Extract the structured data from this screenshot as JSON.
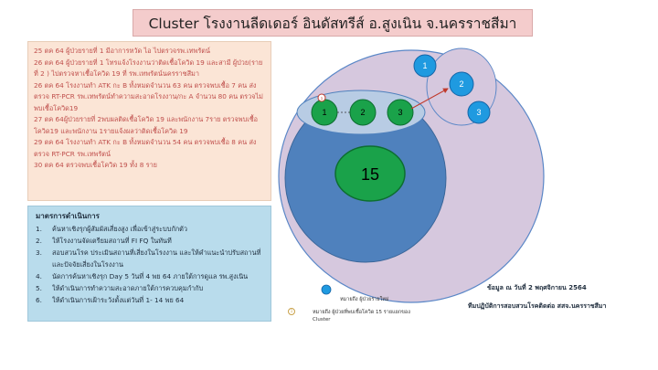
{
  "title": "Cluster   โรงงานลีดเดอร์ อินดัสทรีส์  อ.สูงเนิน จ.นครราชสีมา",
  "timeline": [
    "25 ตค 64 ผู้ป่วยรายที่ 1 มีอาการหวัด ไอ  ไปตรวจรพ.เทพรัตน์",
    "26 ตค 64 ผู้ป่วยรายที่ 1 โทรแจ้งโรงงานว่าติดเชื้อโควิด 19  และสามี ผู้ป่วย(รายที่ 2 ) ไปตรวจหาเชื้อโควิด 19 ที่ รพ.เทพรัตน์นครราชสีมา",
    "26 ตค 64  โรงงานทำ ATK กะ B ทั้งหมดจำนวน 63 คน  ตรวจพบเชื้อ 7 คน ส่งตรวจ RT-PCR รพ.เทพรัตน์ทำความสะอาดโรงงาน/กะ A จำนวน 80 คน ตรวจไม่พบเชื้อโควิด19",
    "27 ตค 64ผู้ป่วยรายที่ 2พบผลติดเชื้อโควิด 19 และพนักงาน 7ราย ตรวจพบเชื้อโควิด19  และพนักงาน 1รายแจ้งผลว่าติดเชื้อโควิด 19",
    "29 ตค 64 โรงงานทำ ATK กะ B ทั้งหมดจำนวน 54 คน  ตรวจพบเชื้อ 8 คน ส่งตรวจ RT-PCR รพ.เทพรัตน์",
    "30 ตค 64  ตรวจพบเชื้อโควิด 19 ทั้ง 8 ราย"
  ],
  "measures": {
    "heading": "มาตรการดำเนินการ",
    "items": [
      {
        "num": "1.",
        "text": "ค้นหาเชิงรุกผู้สัมผัสเสี่ยงสูง เพื่อเข้าสู่ระบบกักตัว"
      },
      {
        "num": "2.",
        "text": "ให้โรงงานจัดเตรียมสถานที่ FI   FQ ในทันที"
      },
      {
        "num": "3.",
        "text": "สอบสวนโรค ประเมินสถานที่เสี่ยงในโรงงาน และให้คำแนะนำปรับสถานที่และปัจจัยเสี่ยงในโรงงาน"
      },
      {
        "num": "4.",
        "text": "นัดการค้นหาเชิงรุก Day 5 วันที่ 4 พย 64 ภายใต้การดูแล รพ.สูงเนิน"
      },
      {
        "num": "5.",
        "text": "ให้ดำเนินการทำความสะอาดภายใต้การควบคุมกำกับ"
      },
      {
        "num": "6.",
        "text": "ให้ดำเนินการเฝ้าระวังตั้งแต่วันที่ 1- 14 พย 64"
      }
    ]
  },
  "diagram": {
    "top_right_nodes": [
      "1",
      "2",
      "3"
    ],
    "chain_nodes": [
      "1",
      "2",
      "3"
    ],
    "big_node": "15",
    "index_marker": "1"
  },
  "footer": {
    "date": "ข้อมูล ณ วันที่ 2 พฤศจิกายน  2564",
    "team": "ทีมปฏิบัติการสอบสวนโรคติดต่อ สสจ.นครราชสีมา",
    "note_index": "หมายถึง  ผู้ป่วยรายใหม่",
    "note_cluster_line1": "หมายถึง  ผู้ป่วยที่พบเชื้อโควิด 15 รายแยกของ",
    "note_cluster_line2": "Cluster",
    "corner_mark": "1"
  },
  "colors": {
    "title_bg": "#f4cccc",
    "timeline_bg": "#fbe5d6",
    "measures_bg": "#b9dcec",
    "outer_circle": "#d6c8de",
    "inner_circle": "#4f81bd",
    "node_green": "#1aa24a",
    "node_blue": "#1f9ae0"
  }
}
